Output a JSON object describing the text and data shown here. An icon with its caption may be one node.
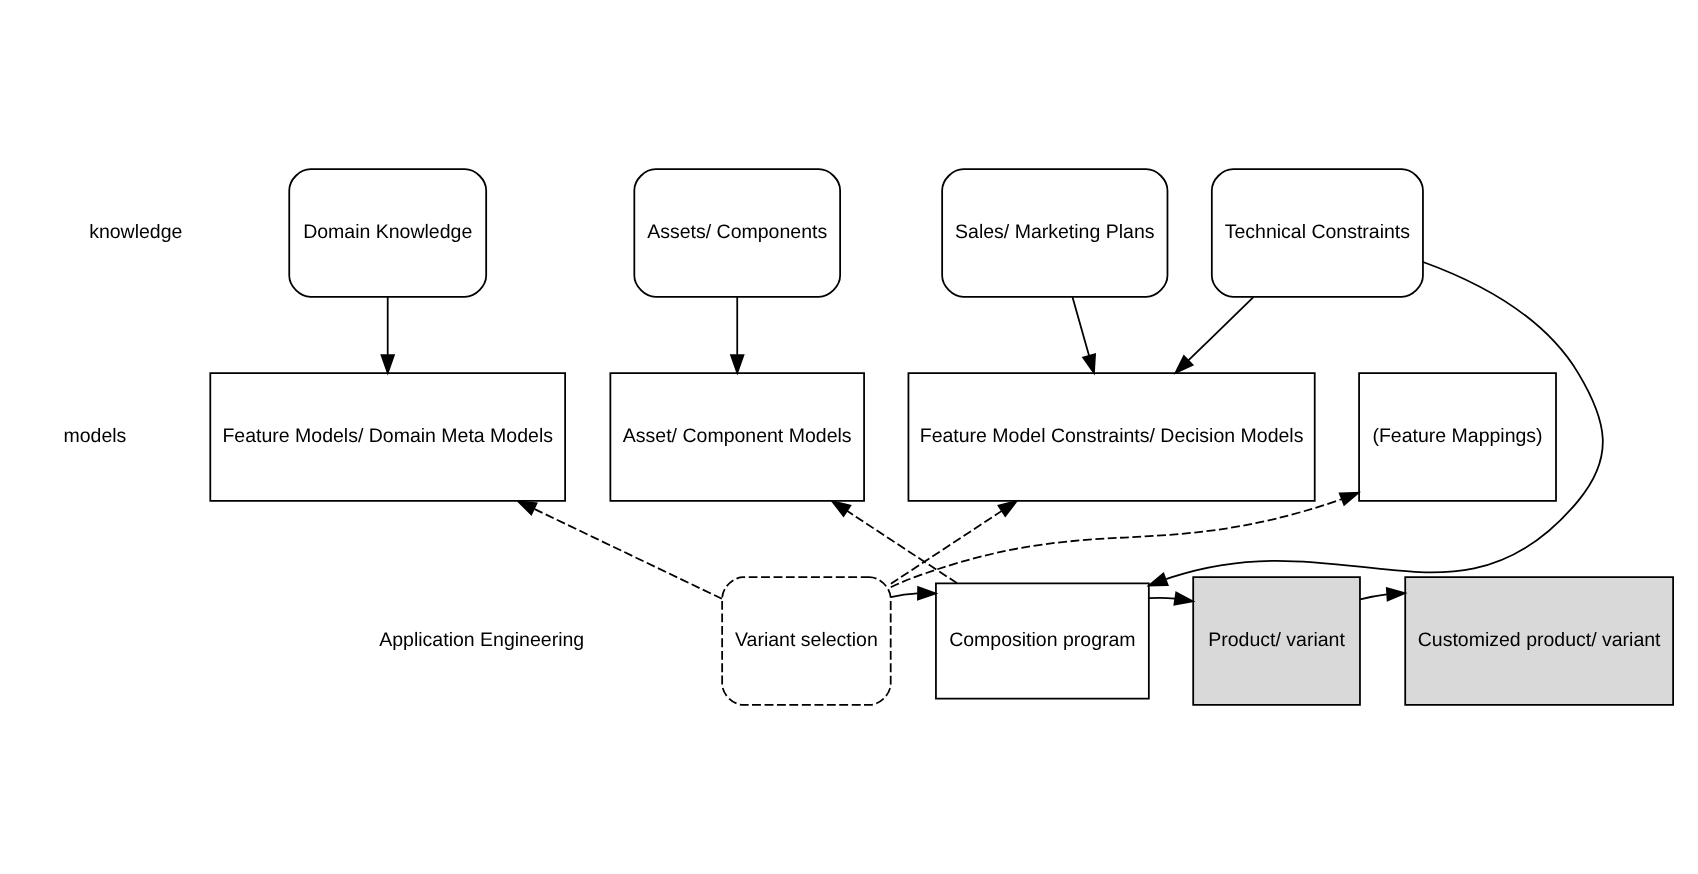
{
  "diagram": {
    "nodes": [
      {
        "text": [
          "Domain Knowledge"
        ]
      },
      {
        "text": [
          "Assets/ Components"
        ]
      },
      {
        "text": [
          "Sales/ Marketing Plans"
        ]
      },
      {
        "text": [
          "Technical Constraints"
        ]
      },
      {
        "text": [
          "Feature Models/ Domain Meta Models"
        ]
      },
      {
        "text": [
          "Asset/ Component Models"
        ]
      },
      {
        "text": [
          "Feature Model Constraints/ Decision Models"
        ]
      },
      {
        "text": [
          "(Feature Mappings)"
        ]
      },
      {
        "text": [
          "Variant selection"
        ]
      },
      {
        "text": [
          "Composition program"
        ]
      },
      {
        "text": [
          "Product/ variant"
        ]
      },
      {
        "text": [
          "Customized product/ variant"
        ]
      }
    ],
    "edges": [
      {
        "from": 0,
        "to": 4,
        "arrow": "to"
      },
      {
        "from": 1,
        "to": 5,
        "arrow": "to"
      },
      {
        "from": 2,
        "to": 6,
        "arrow": "to"
      },
      {
        "from": 3,
        "to": 6,
        "arrow": "to"
      },
      {
        "from": 3,
        "to": 9,
        "arrow": "to"
      },
      {
        "from": 8,
        "to": 4,
        "arrow": "to",
        "style": "dashed"
      },
      {
        "from": 8,
        "to": 6,
        "arrow": "to",
        "style": "dashed"
      },
      {
        "from": 8,
        "to": 7,
        "arrow": "to",
        "style": "dashed"
      },
      {
        "from": 9,
        "to": 5,
        "arrow": "to",
        "style": "dashed"
      },
      {
        "from": 8,
        "to": 9,
        "arrow": "to"
      },
      {
        "from": 9,
        "to": 10,
        "arrow": "to"
      },
      {
        "from": 10,
        "to": 11,
        "arrow": "to"
      }
    ],
    "labels": [
      "knowledge",
      "models",
      "Application Engineering"
    ]
  }
}
